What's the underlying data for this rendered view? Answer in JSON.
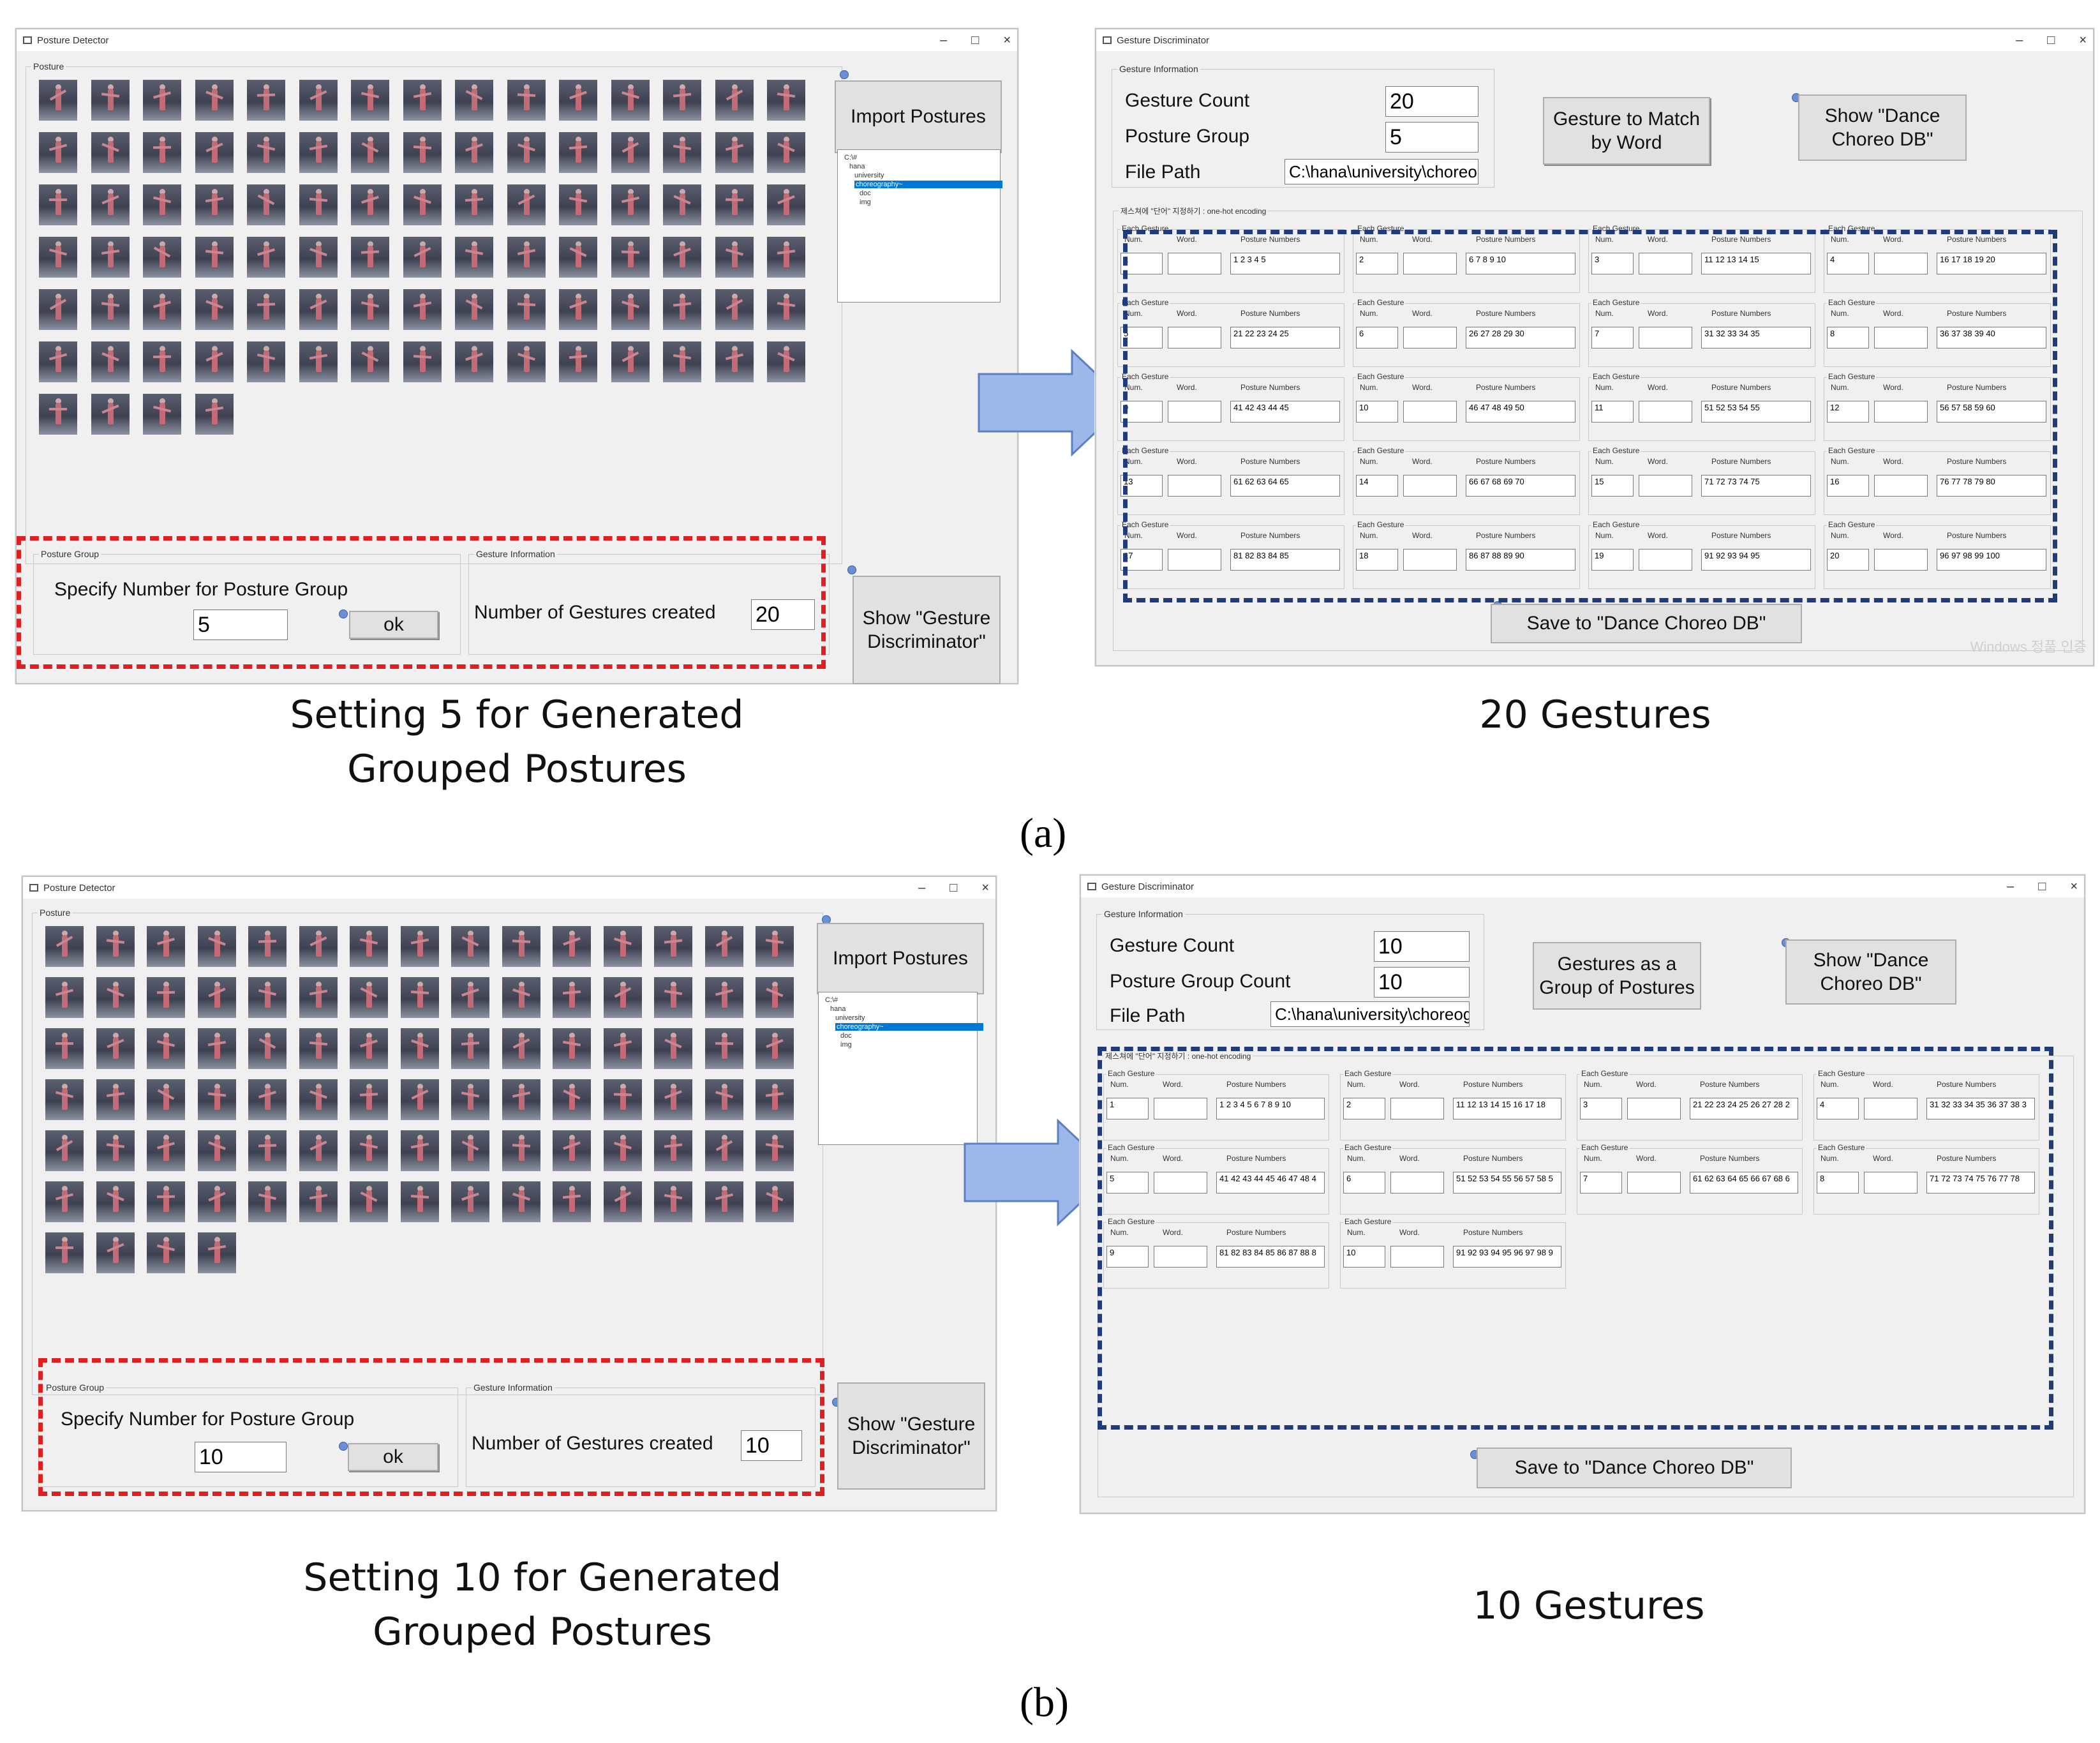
{
  "panel_a": {
    "left_window": {
      "title": "Posture Detector",
      "posture_group_label": "Posture",
      "tree_items": [
        "C:\\#",
        "hana",
        "university",
        "choreography~",
        "doc",
        "img"
      ],
      "import_button": "Import Postures",
      "posture_group_box_label": "Posture Group",
      "specify_label": "Specify Number for Posture Group",
      "specify_value": "5",
      "ok_button": "ok",
      "gesture_info_box_label": "Gesture Information",
      "gestures_created_label": "Number of Gestures created",
      "gestures_created_value": "20",
      "show_button": "Show \"Gesture Discriminator\""
    },
    "right_window": {
      "title": "Gesture Discriminator",
      "gesture_info_label": "Gesture Information",
      "gesture_count_label": "Gesture Count",
      "gesture_count_value": "20",
      "posture_group_label": "Posture Group",
      "posture_group_value": "5",
      "file_path_label": "File Path",
      "file_path_value": "C:\\hana\\university\\choreog",
      "match_button": "Gesture to Match by Word",
      "show_db_button": "Show \"Dance Choreo DB\"",
      "encoding_label": "제스쳐에 \"단어\" 지정하기 : one-hot encoding",
      "save_button": "Save to \"Dance Choreo DB\"",
      "watermark": "Windows 정품 인증",
      "headers": {
        "title": "Each Gesture",
        "num": "Num.",
        "word": "Word.",
        "postures": "Posture Numbers"
      },
      "gestures": [
        {
          "num": "1",
          "postures": "1 2 3 4 5"
        },
        {
          "num": "2",
          "postures": "6 7 8 9 10"
        },
        {
          "num": "3",
          "postures": "11 12 13 14 15"
        },
        {
          "num": "4",
          "postures": "16 17 18 19 20"
        },
        {
          "num": "5",
          "postures": "21 22 23 24 25"
        },
        {
          "num": "6",
          "postures": "26 27 28 29 30"
        },
        {
          "num": "7",
          "postures": "31 32 33 34 35"
        },
        {
          "num": "8",
          "postures": "36 37 38 39 40"
        },
        {
          "num": "9",
          "postures": "41 42 43 44 45"
        },
        {
          "num": "10",
          "postures": "46 47 48 49 50"
        },
        {
          "num": "11",
          "postures": "51 52 53 54 55"
        },
        {
          "num": "12",
          "postures": "56 57 58 59 60"
        },
        {
          "num": "13",
          "postures": "61 62 63 64 65"
        },
        {
          "num": "14",
          "postures": "66 67 68 69 70"
        },
        {
          "num": "15",
          "postures": "71 72 73 74 75"
        },
        {
          "num": "16",
          "postures": "76 77 78 79 80"
        },
        {
          "num": "17",
          "postures": "81 82 83 84 85"
        },
        {
          "num": "18",
          "postures": "86 87 88 89 90"
        },
        {
          "num": "19",
          "postures": "91 92 93 94 95"
        },
        {
          "num": "20",
          "postures": "96 97 98 99 100"
        }
      ]
    },
    "caption_left": "Setting 5 for Generated Grouped Postures",
    "caption_right": "20 Gestures",
    "sublabel": "(a)"
  },
  "panel_b": {
    "left_window": {
      "title": "Posture Detector",
      "posture_group_label": "Posture",
      "tree_items": [
        "C:\\#",
        "hana",
        "university",
        "choreography~",
        "doc",
        "img"
      ],
      "import_button": "Import Postures",
      "posture_group_box_label": "Posture Group",
      "specify_label": "Specify Number for Posture Group",
      "specify_value": "10",
      "ok_button": "ok",
      "gesture_info_box_label": "Gesture Information",
      "gestures_created_label": "Number of Gestures created",
      "gestures_created_value": "10",
      "show_button": "Show \"Gesture Discriminator\""
    },
    "right_window": {
      "title": "Gesture Discriminator",
      "gesture_info_label": "Gesture Information",
      "gesture_count_label": "Gesture Count",
      "gesture_count_value": "10",
      "posture_group_label": "Posture Group Count",
      "posture_group_value": "10",
      "file_path_label": "File Path",
      "file_path_value": "C:\\hana\\university\\choreog",
      "match_button": "Gestures as a Group of Postures",
      "show_db_button": "Show \"Dance Choreo DB\"",
      "encoding_label": "제스쳐에 \"단어\" 지정하기 : one-hot encoding",
      "save_button": "Save to \"Dance Choreo DB\"",
      "headers": {
        "title": "Each Gesture",
        "num": "Num.",
        "word": "Word.",
        "postures": "Posture Numbers"
      },
      "gestures": [
        {
          "num": "1",
          "postures": "1 2 3 4 5 6 7 8 9 10"
        },
        {
          "num": "2",
          "postures": "11 12 13 14 15 16 17 18"
        },
        {
          "num": "3",
          "postures": "21 22 23 24 25 26 27 28 2"
        },
        {
          "num": "4",
          "postures": "31 32 33 34 35 36 37 38 3"
        },
        {
          "num": "5",
          "postures": "41 42 43 44 45 46 47 48 4"
        },
        {
          "num": "6",
          "postures": "51 52 53 54 55 56 57 58 5"
        },
        {
          "num": "7",
          "postures": "61 62 63 64 65 66 67 68 6"
        },
        {
          "num": "8",
          "postures": "71 72 73 74 75 76 77 78"
        },
        {
          "num": "9",
          "postures": "81 82 83 84 85 86 87 88 8"
        },
        {
          "num": "10",
          "postures": "91 92 93 94 95 96 97 98 9"
        }
      ]
    },
    "caption_left": "Setting 10 for Generated Grouped Postures",
    "caption_right": "10 Gestures",
    "sublabel": "(b)"
  },
  "colors": {
    "red_dash": "#e02020",
    "blue_dash": "#1f3b78",
    "arrow_fill": "#9db7ea",
    "selection": "#0078d7"
  }
}
